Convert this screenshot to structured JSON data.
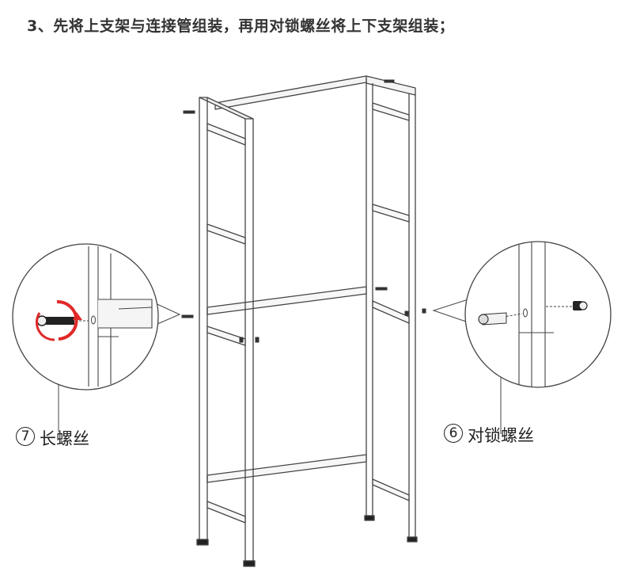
{
  "title": "3、先将上支架与连接管组装，再用对锁螺丝将上下支架组装；",
  "callouts": [
    {
      "number": "7",
      "text": "长螺丝"
    },
    {
      "number": "6",
      "text": "对锁螺丝"
    }
  ]
}
